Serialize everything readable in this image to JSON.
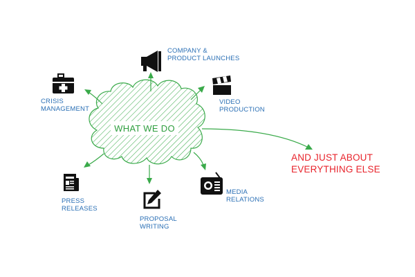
{
  "colors": {
    "accent_green": "#3aaa4a",
    "label_blue": "#2a6fb5",
    "highlight_red": "#e8232b",
    "icon_black": "#111111"
  },
  "center": {
    "label": "WHAT WE DO"
  },
  "services": [
    {
      "id": "crisis",
      "icon": "first-aid-kit-icon",
      "lines": [
        "CRISIS",
        "MANAGEMENT"
      ]
    },
    {
      "id": "company",
      "icon": "megaphone-icon",
      "lines": [
        "COMPANY &",
        "PRODUCT LAUNCHES"
      ]
    },
    {
      "id": "video",
      "icon": "clapperboard-icon",
      "lines": [
        "VIDEO",
        "PRODUCTION"
      ]
    },
    {
      "id": "press",
      "icon": "newspaper-icon",
      "lines": [
        "PRESS",
        "RELEASES"
      ]
    },
    {
      "id": "proposal",
      "icon": "pencil-edit-icon",
      "lines": [
        "PROPOSAL",
        "WRITING"
      ]
    },
    {
      "id": "media",
      "icon": "radio-icon",
      "lines": [
        "MEDIA",
        "RELATIONS"
      ]
    }
  ],
  "extra": {
    "lines": [
      "AND JUST ABOUT",
      "EVERYTHING ELSE"
    ]
  }
}
